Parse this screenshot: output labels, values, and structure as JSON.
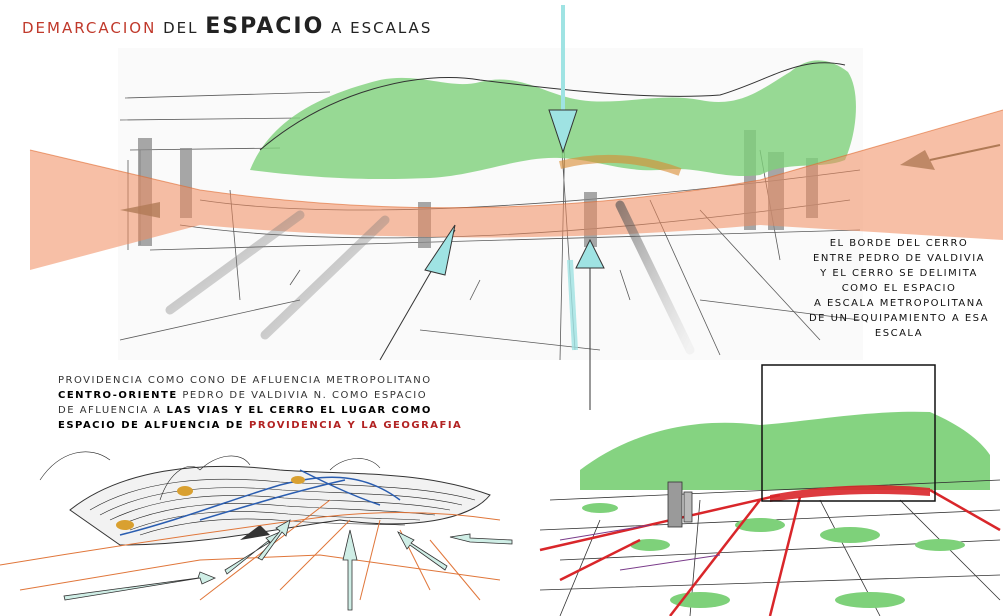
{
  "title": {
    "part1": "DEMARCACION",
    "part2": "DEL",
    "part3": "ESPACIO",
    "part4": "A ESCALAS"
  },
  "note_right": {
    "lines": [
      "EL BORDE DEL CERRO",
      "ENTRE PEDRO DE VALDIVIA",
      "Y EL CERRO SE DELIMITA",
      "COMO EL ESPACIO",
      "A ESCALA METROPOLITANA",
      "DE UN EQUIPAMIENTO A ESA",
      "ESCALA"
    ]
  },
  "note_left": {
    "line1": "PROVIDENCIA COMO CONO DE AFLUENCIA METROPOLITANO",
    "line2a": "CENTRO-ORIENTE",
    "line2b": " PEDRO DE VALDIVIA N. COMO ESPACIO",
    "line3a": "DE AFLUENCIA A ",
    "line3b": "LAS VIAS Y EL CERRO EL LUGAR COMO",
    "line4a": "ESPACIO DE ALFUENCIA DE ",
    "line4b": "PROVIDENCIA Y LA GEOGRAFIA"
  },
  "colors": {
    "hill_green": "#7ed17a",
    "axis_orange": "#f08a5d",
    "arrow_cyan": "#9fe3e3",
    "road_red": "#d9262a",
    "contour_blue": "#2a5db0"
  }
}
